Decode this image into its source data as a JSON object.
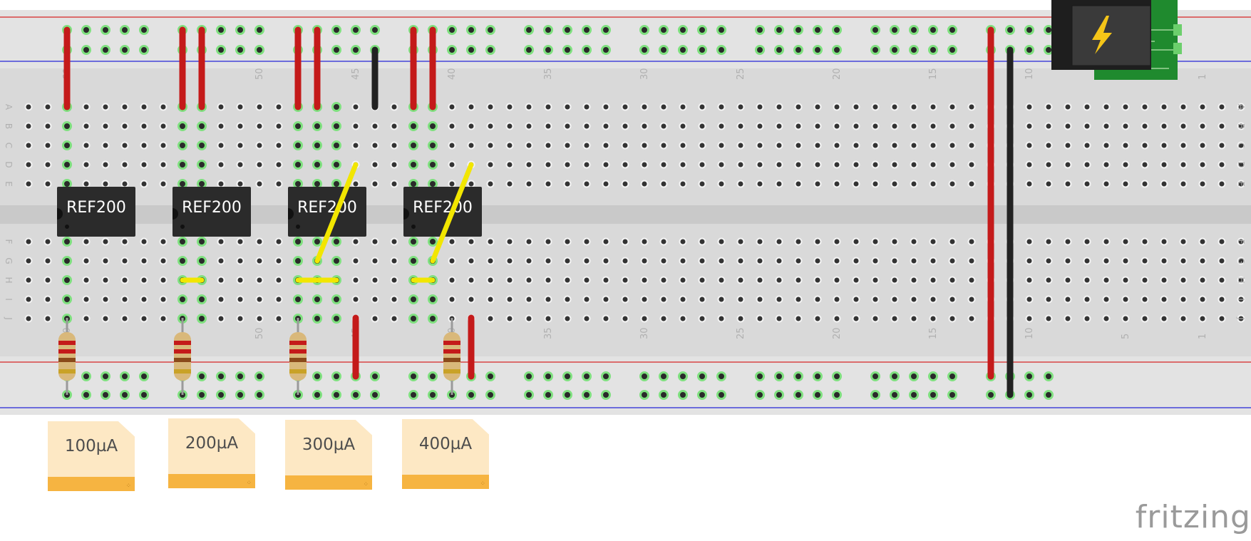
{
  "breadboard": {
    "column_numbers": [
      "60",
      "50",
      "45",
      "40",
      "35",
      "30",
      "25",
      "20",
      "15",
      "10",
      "5",
      "1"
    ],
    "row_letters": [
      "A",
      "B",
      "C",
      "D",
      "E",
      "F",
      "G",
      "H",
      "I",
      "J"
    ],
    "rail_top_color": "#d62424",
    "rail_bottom_color": "#2424d6"
  },
  "chips": [
    {
      "label": "REF200"
    },
    {
      "label": "REF200"
    },
    {
      "label": "REF200"
    },
    {
      "label": "REF200"
    }
  ],
  "notes": [
    {
      "label": "100µA"
    },
    {
      "label": "200µA"
    },
    {
      "label": "300µA"
    },
    {
      "label": "400µA"
    }
  ],
  "power_jack": {
    "icon": "lightning-bolt-icon"
  },
  "wire_colors": {
    "red": "#c41a1a",
    "black": "#222222",
    "yellow": "#f2e600"
  },
  "brand": {
    "logo_text": "fritzing"
  }
}
